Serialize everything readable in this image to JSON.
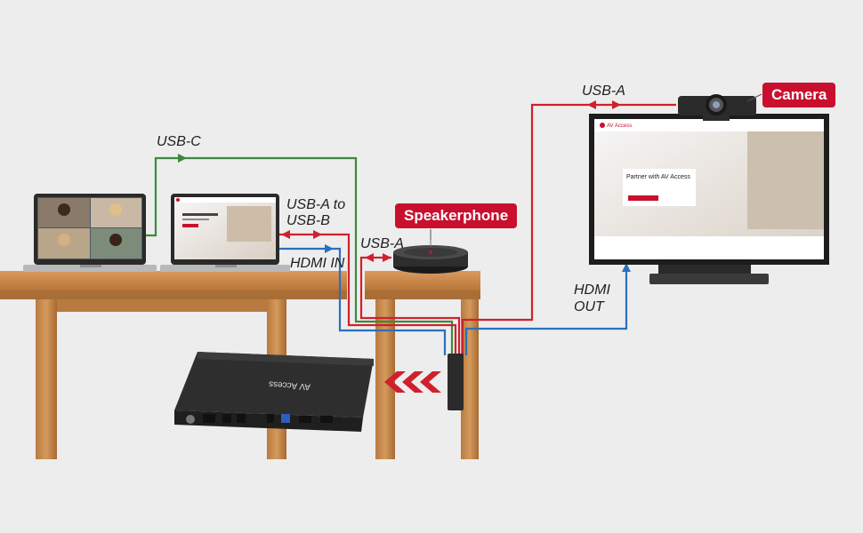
{
  "labels": {
    "usb_c": "USB-C",
    "usb_a_to_b_line1": "USB-A to",
    "usb_a_to_b_line2": "USB-B",
    "hdmi_in": "HDMI IN",
    "usb_a_speaker": "USB-A",
    "usb_a_camera": "USB-A",
    "hdmi_out_line1": "HDMI",
    "hdmi_out_line2": "OUT"
  },
  "callouts": {
    "speakerphone": "Speakerphone",
    "camera": "Camera"
  },
  "device": {
    "brand": "AV Access"
  },
  "monitor_screen": {
    "brand": "AV Access",
    "headline": "Partner with AV Access"
  },
  "colors": {
    "usb_c": "#3a8a3a",
    "usb_a": "#d0202e",
    "hdmi": "#2a6fc0",
    "callout": "#c8102e",
    "wood": "#c98a4e"
  }
}
